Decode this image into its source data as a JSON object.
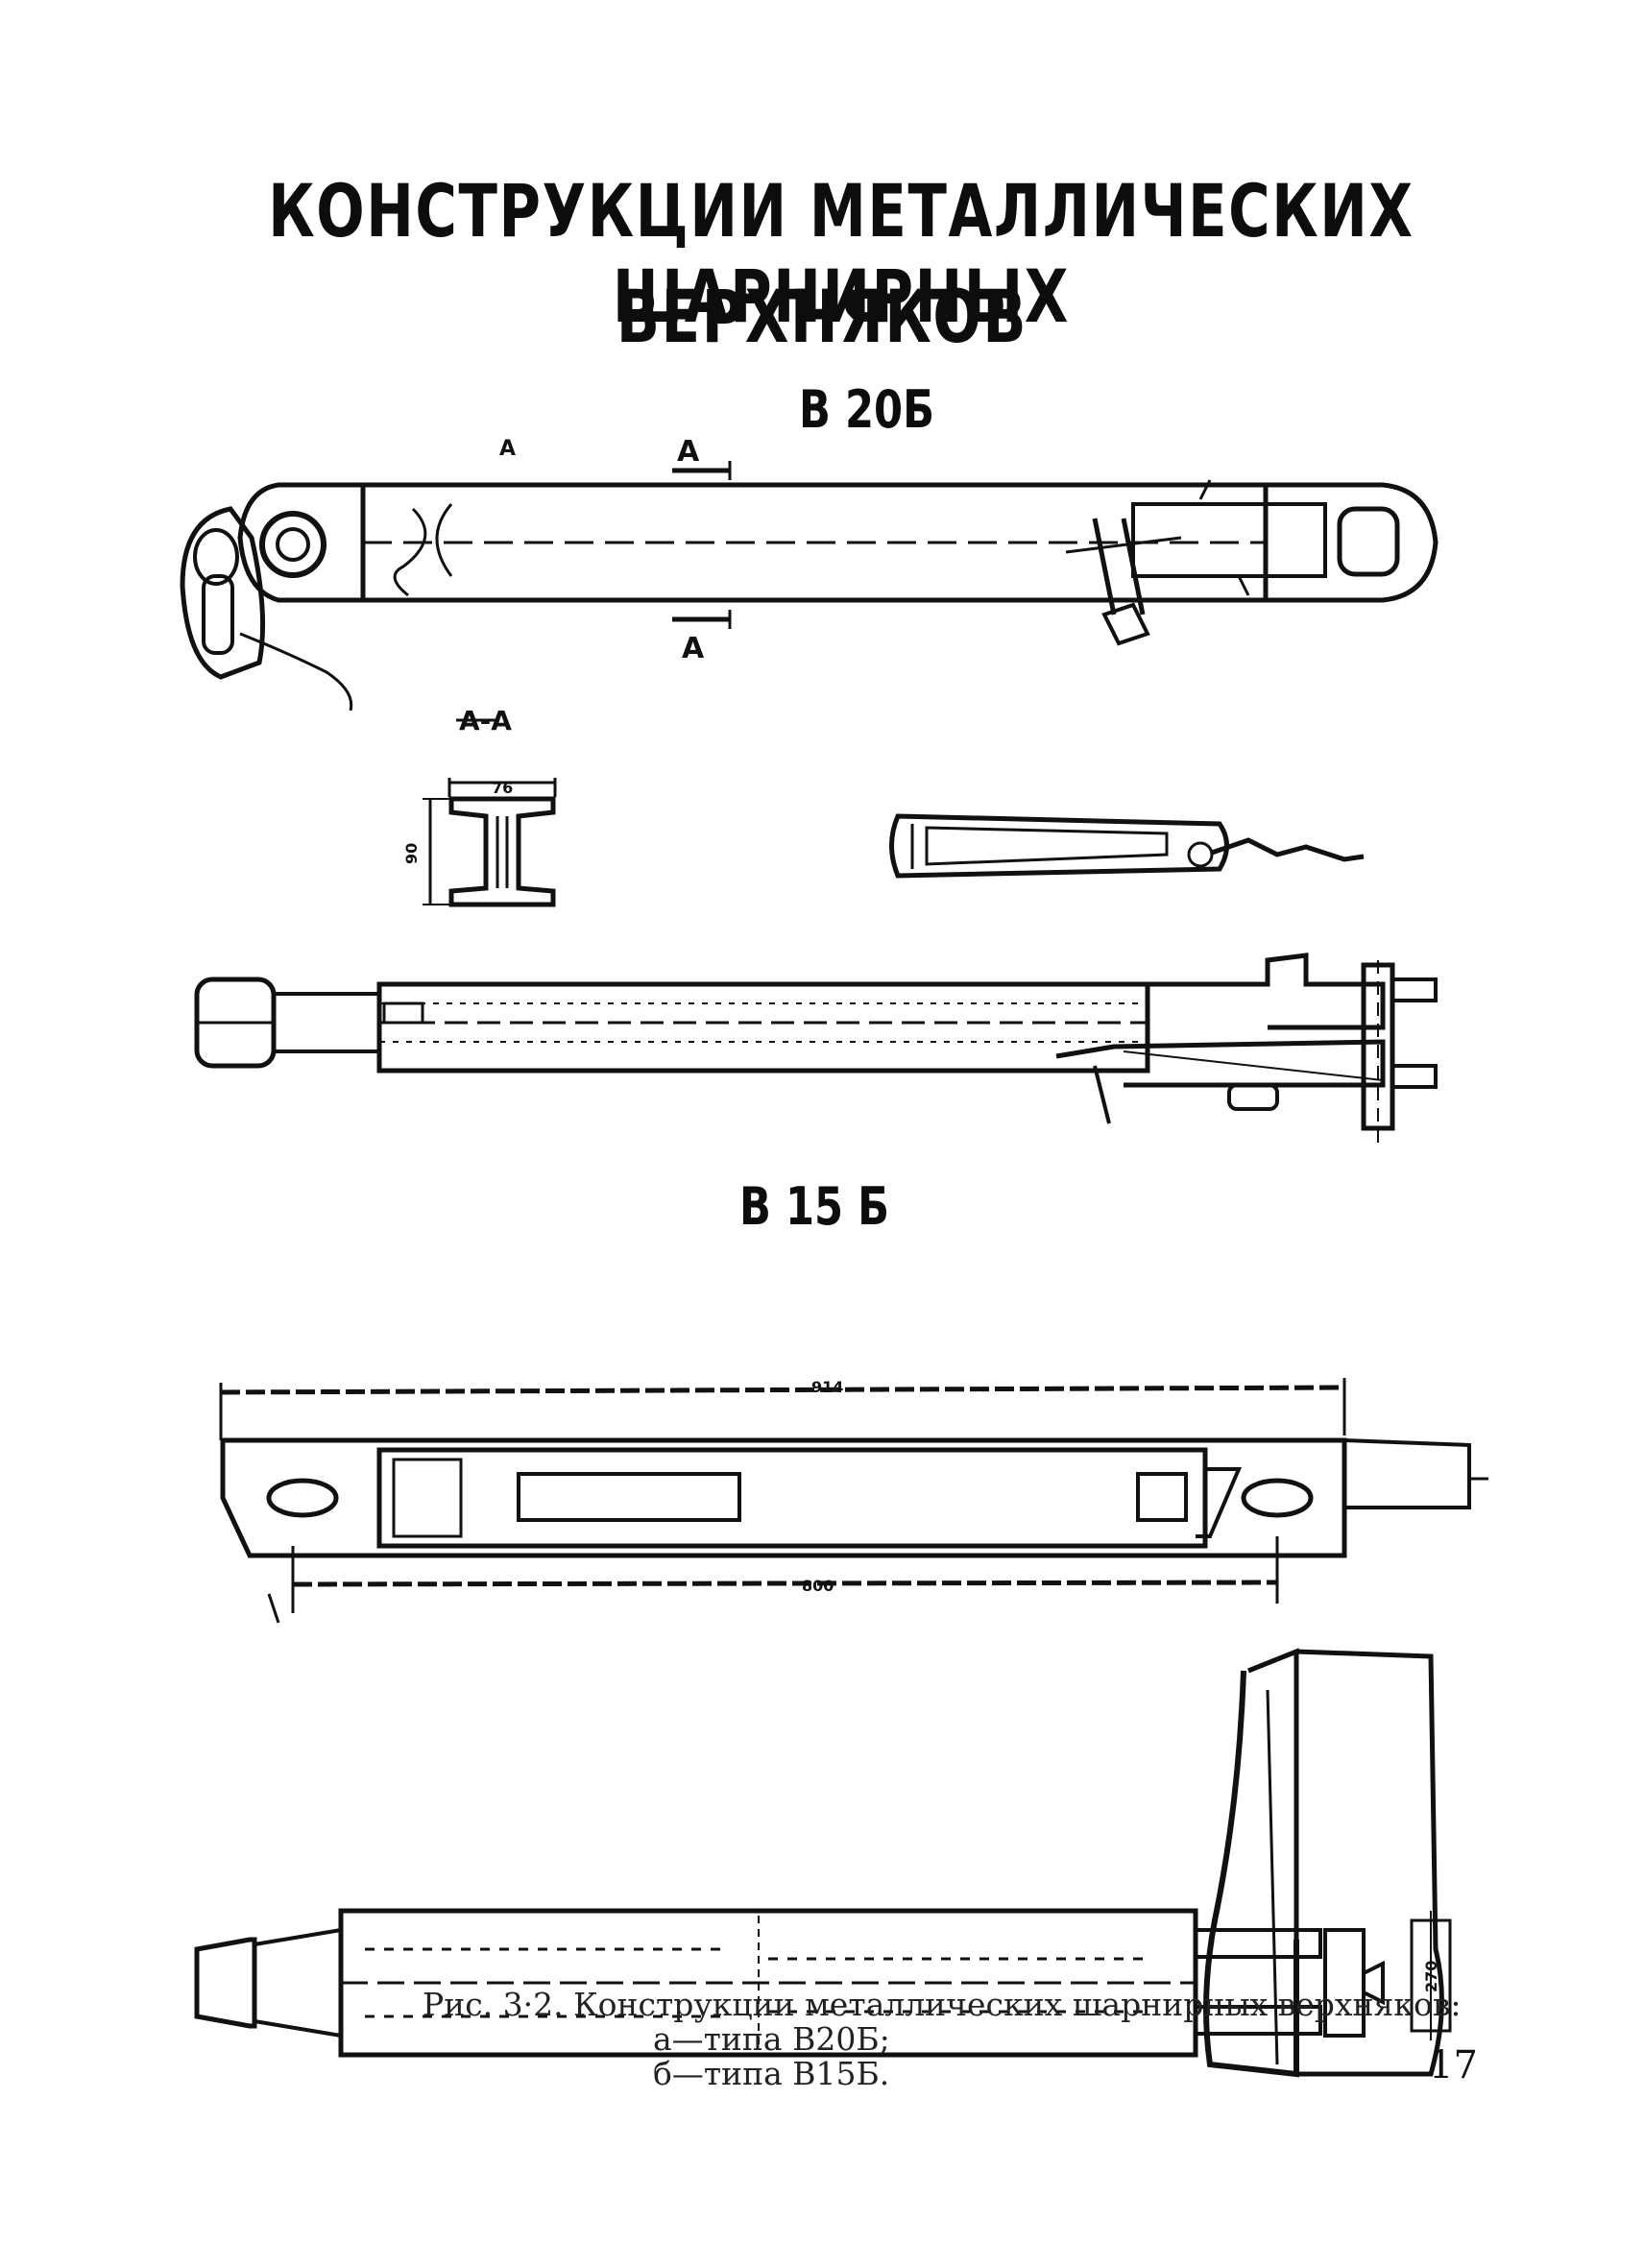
{
  "title_line1": "КОНСТРУКЦИИ МЕТАЛЛИЧЕСКИХ ШАРНИРНЫХ",
  "title_line2": "ВЕРХНЯКОВ",
  "type_a_label": "В 20Б",
  "type_b_label": "В 15 Б",
  "section_marks": {
    "top": "А",
    "bottom": "А",
    "section_title": "А-А"
  },
  "dimensions": {
    "section_width": "76",
    "section_height": "90",
    "overall_length": "914",
    "inner_length": "800",
    "end_height": "270"
  },
  "caption": {
    "line1": "Рис. 3·2. Конструкции металлических шарнирных верхняков:",
    "line2": "а—типа В20Б;",
    "line3": "б—типа В15Б."
  },
  "page_number": "17"
}
